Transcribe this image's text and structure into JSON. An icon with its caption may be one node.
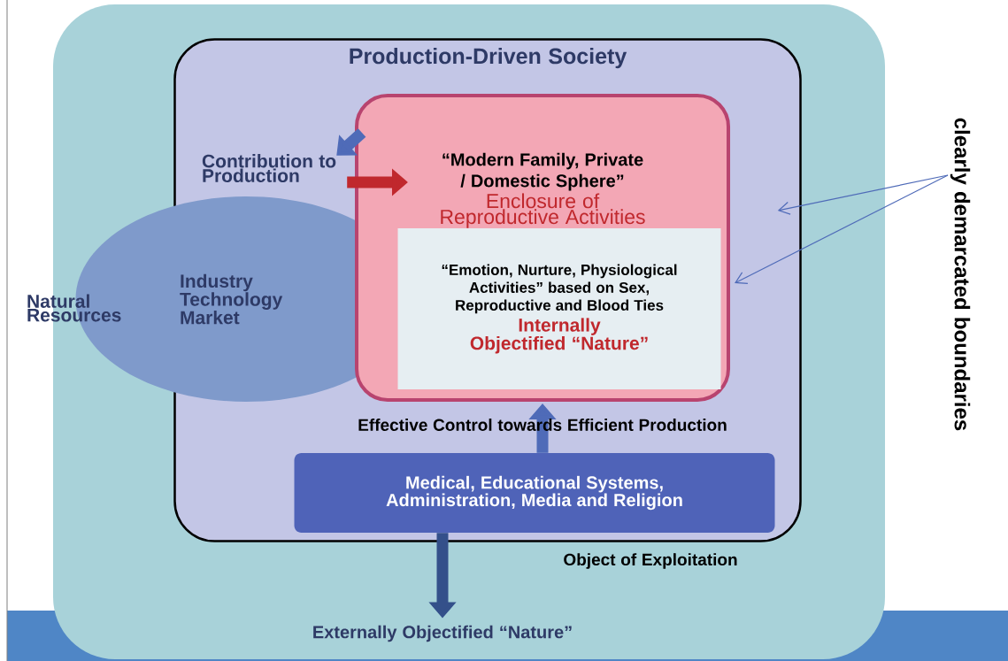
{
  "diagram": {
    "nodes": [
      {
        "text": [],
        "shape": "box"
      },
      {
        "text": [
          "Production-Driven Society"
        ],
        "in": 0
      },
      {
        "text": [
          "Industry Technology Market"
        ],
        "in": 0
      },
      {
        "text": [
          "Contribution to Production"
        ],
        "in": 1
      },
      {
        "text": [
          "“Modern Family, Private / Domestic Sphere”",
          "Enclosure of Reproductive Activities"
        ],
        "in": 1
      },
      {
        "text": [
          "“Emotion, Nurture, Physiological Activities” based on Sex, Reproductive and Blood Ties",
          "Internally Objectified “Nature”"
        ],
        "in": 4
      },
      {
        "text": [
          "Medical, Educational Systems, Administration, Media and Religion"
        ],
        "in": 1
      },
      {
        "text": [
          "Externally Objectified “Nature”"
        ],
        "in": 0
      },
      {
        "text": [
          "clearly demarcated boundaries"
        ]
      }
    ],
    "edges": [
      {
        "from": 4,
        "to": 3,
        "arrow": "to"
      },
      {
        "from": 3,
        "to": 4,
        "arrow": "to",
        "color": "#c0282d"
      },
      {
        "from": 6,
        "to": 4,
        "arrow": "to",
        "label": "Effective Control towards Efficient Production"
      },
      {
        "from": 6,
        "to": 7,
        "arrow": "to",
        "color": "#34508a"
      },
      {
        "from": 8,
        "to": 1,
        "arrow": "to"
      },
      {
        "from": 8,
        "to": 4,
        "arrow": "to"
      }
    ],
    "labels": [
      "Natural Resources",
      "Object of Exploitation"
    ]
  }
}
